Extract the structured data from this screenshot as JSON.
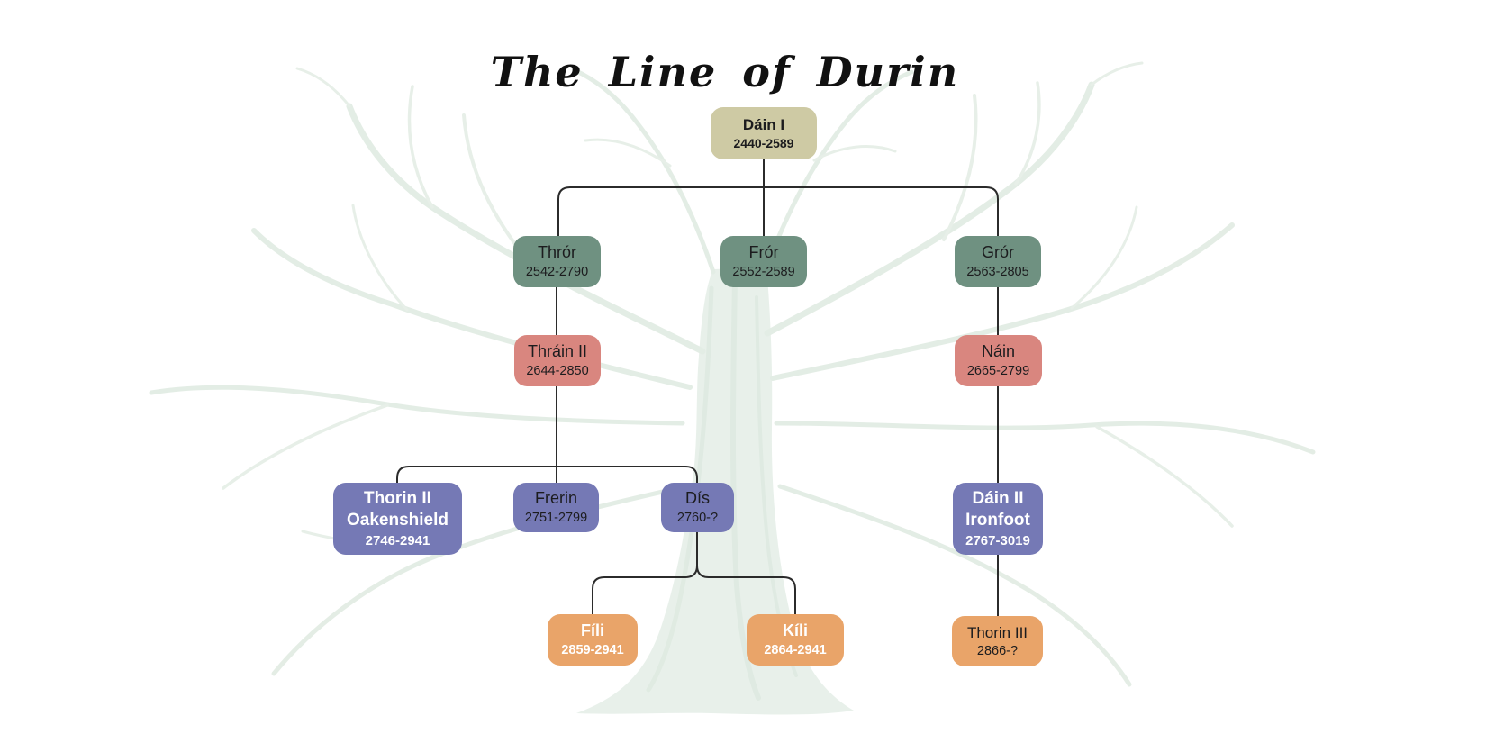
{
  "title": "The Line of Durin",
  "palette": {
    "background": "#ffffff",
    "generation1": "#cecaa4",
    "generation2": "#6f9181",
    "generation3": "#d9867f",
    "generation4": "#7579b5",
    "generation5": "#e9a469",
    "connector_line": "#2b2b2b",
    "background_tree": "#e2ece4"
  },
  "nodes": {
    "dain1": {
      "name": "Dáin I",
      "dates": "2440-2589"
    },
    "thror": {
      "name": "Thrór",
      "dates": "2542-2790"
    },
    "fror": {
      "name": "Frór",
      "dates": "2552-2589"
    },
    "gror": {
      "name": "Grór",
      "dates": "2563-2805"
    },
    "thrain2": {
      "name": "Thráin II",
      "dates": "2644-2850"
    },
    "nain": {
      "name": "Náin",
      "dates": "2665-2799"
    },
    "thorin2": {
      "name": "Thorin II",
      "name2": "Oakenshield",
      "dates": "2746-2941"
    },
    "frerin": {
      "name": "Frerin",
      "dates": "2751-2799"
    },
    "dis": {
      "name": "Dís",
      "dates": "2760-?"
    },
    "dain2": {
      "name": "Dáin II",
      "name2": "Ironfoot",
      "dates": "2767-3019"
    },
    "fili": {
      "name": "Fíli",
      "dates": "2859-2941"
    },
    "kili": {
      "name": "Kíli",
      "dates": "2864-2941"
    },
    "thorin3": {
      "name": "Thorin III",
      "dates": "2866-?"
    }
  },
  "lineage": [
    {
      "child": "Thrór",
      "parent": "Dáin I"
    },
    {
      "child": "Frór",
      "parent": "Dáin I"
    },
    {
      "child": "Grór",
      "parent": "Dáin I"
    },
    {
      "child": "Thráin II",
      "parent": "Thrór"
    },
    {
      "child": "Náin",
      "parent": "Grór"
    },
    {
      "child": "Thorin II Oakenshield",
      "parent": "Thráin II"
    },
    {
      "child": "Frerin",
      "parent": "Thráin II"
    },
    {
      "child": "Dís",
      "parent": "Thráin II"
    },
    {
      "child": "Dáin II Ironfoot",
      "parent": "Náin"
    },
    {
      "child": "Fíli",
      "parent": "Dís"
    },
    {
      "child": "Kíli",
      "parent": "Dís"
    },
    {
      "child": "Thorin III",
      "parent": "Dáin II Ironfoot"
    }
  ]
}
